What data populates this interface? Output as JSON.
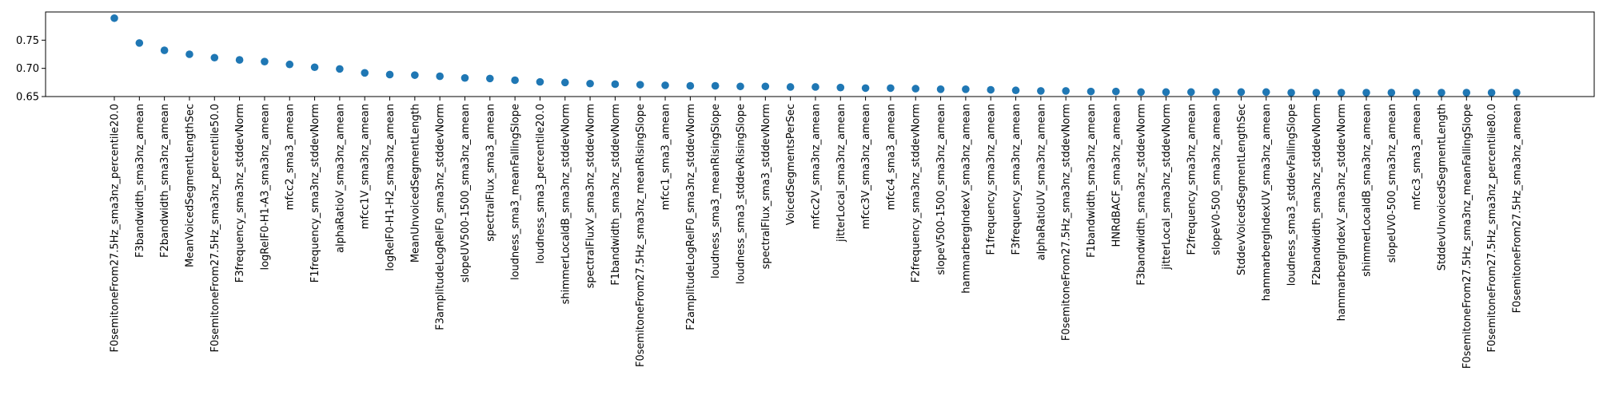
{
  "chart_data": {
    "type": "scatter",
    "title": "",
    "xlabel": "",
    "ylabel": "",
    "ylim": [
      0.65,
      0.8
    ],
    "yticks": [
      "0.65",
      "0.70",
      "0.75"
    ],
    "grid": false,
    "marker_color": "#1f77b4",
    "categories": [
      "F0semitoneFrom27.5Hz_sma3nz_percentile20.0",
      "F3bandwidth_sma3nz_amean",
      "F2bandwidth_sma3nz_amean",
      "MeanVoicedSegmentLengthSec",
      "F0semitoneFrom27.5Hz_sma3nz_percentile50.0",
      "F3frequency_sma3nz_stddevNorm",
      "logRelF0-H1-A3_sma3nz_amean",
      "mfcc2_sma3_amean",
      "F1frequency_sma3nz_stddevNorm",
      "alphaRatioV_sma3nz_amean",
      "mfcc1V_sma3nz_amean",
      "logRelF0-H1-H2_sma3nz_amean",
      "MeanUnvoicedSegmentLength",
      "F3amplitudeLogRelF0_sma3nz_stddevNorm",
      "slopeUV500-1500_sma3nz_amean",
      "spectralFlux_sma3_amean",
      "loudness_sma3_meanFallingSlope",
      "loudness_sma3_percentile20.0",
      "shimmerLocaldB_sma3nz_stddevNorm",
      "spectralFluxV_sma3nz_stddevNorm",
      "F1bandwidth_sma3nz_stddevNorm",
      "F0semitoneFrom27.5Hz_sma3nz_meanRisingSlope",
      "mfcc1_sma3_amean",
      "F2amplitudeLogRelF0_sma3nz_stddevNorm",
      "loudness_sma3_meanRisingSlope",
      "loudness_sma3_stddevRisingSlope",
      "spectralFlux_sma3_stddevNorm",
      "VoicedSegmentsPerSec",
      "mfcc2V_sma3nz_amean",
      "jitterLocal_sma3nz_amean",
      "mfcc3V_sma3nz_amean",
      "mfcc4_sma3_amean",
      "F2frequency_sma3nz_stddevNorm",
      "slopeV500-1500_sma3nz_amean",
      "hammarbergIndexV_sma3nz_amean",
      "F1frequency_sma3nz_amean",
      "F3frequency_sma3nz_amean",
      "alphaRatioUV_sma3nz_amean",
      "F0semitoneFrom27.5Hz_sma3nz_stddevNorm",
      "F1bandwidth_sma3nz_amean",
      "HNRdBACF_sma3nz_amean",
      "F3bandwidth_sma3nz_stddevNorm",
      "jitterLocal_sma3nz_stddevNorm",
      "F2frequency_sma3nz_amean",
      "slopeV0-500_sma3nz_amean",
      "StddevVoicedSegmentLengthSec",
      "hammarbergIndexUV_sma3nz_amean",
      "loudness_sma3_stddevFallingSlope",
      "F2bandwidth_sma3nz_stddevNorm",
      "hammarbergIndexV_sma3nz_stddevNorm",
      "shimmerLocaldB_sma3nz_amean",
      "slopeUV0-500_sma3nz_amean",
      "mfcc3_sma3_amean",
      "StddevUnvoicedSegmentLength",
      "F0semitoneFrom27.5Hz_sma3nz_meanFallingSlope",
      "F0semitoneFrom27.5Hz_sma3nz_percentile80.0",
      "F0semitoneFrom27.5Hz_sma3nz_amean"
    ],
    "values": [
      0.789,
      0.745,
      0.732,
      0.725,
      0.719,
      0.715,
      0.712,
      0.707,
      0.702,
      0.699,
      0.692,
      0.689,
      0.688,
      0.686,
      0.683,
      0.682,
      0.679,
      0.676,
      0.675,
      0.673,
      0.672,
      0.671,
      0.67,
      0.669,
      0.669,
      0.668,
      0.668,
      0.667,
      0.667,
      0.666,
      0.665,
      0.665,
      0.664,
      0.663,
      0.663,
      0.662,
      0.661,
      0.66,
      0.66,
      0.659,
      0.659,
      0.658,
      0.658,
      0.658,
      0.658,
      0.658,
      0.658,
      0.657,
      0.657,
      0.657,
      0.657,
      0.657,
      0.657,
      0.657,
      0.657,
      0.657,
      0.657
    ]
  }
}
